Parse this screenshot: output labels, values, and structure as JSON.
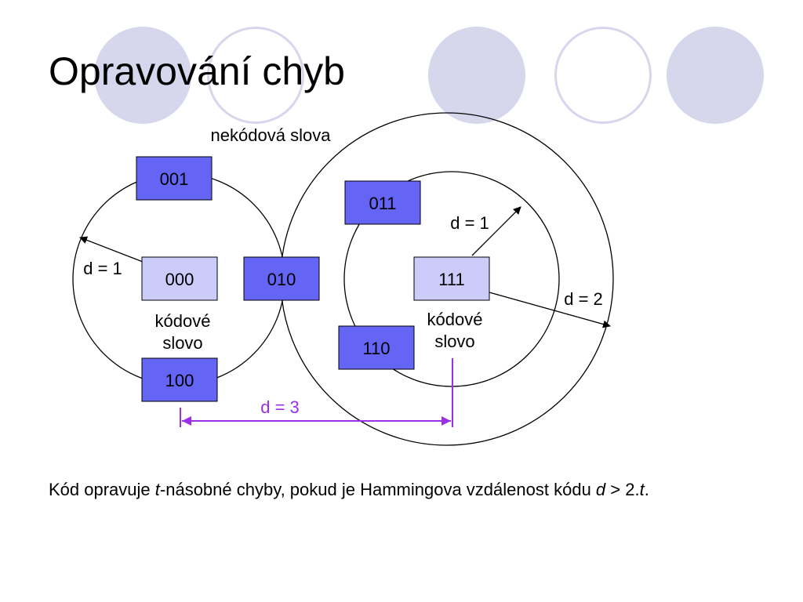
{
  "title": "Opravování chyb",
  "labels": {
    "non_codewords": "nekódová slova",
    "codeword_line1": "kódové",
    "codeword_line2": "slovo"
  },
  "nodes": {
    "n000": "000",
    "n001": "001",
    "n100": "100",
    "n010": "010",
    "n011": "011",
    "n111": "111",
    "n110": "110"
  },
  "distances": {
    "left_radius": "d = 1",
    "right_inner_radius": "d = 1",
    "right_outer_radius": "d = 2",
    "between_codewords": "d = 3"
  },
  "caption": {
    "part1": "Kód opravuje ",
    "t1": "t",
    "part2": "-násobné chyby, pokud je Hammingova vzdálenost kódu ",
    "d": "d",
    "part3": " > 2.",
    "t2": "t",
    "part4": "."
  },
  "colors": {
    "codeword_fill": "#ccccfa",
    "noncodeword_fill": "#6464f5",
    "distance_marker": "#9b30e6",
    "decoration": "#d6d6ec"
  }
}
